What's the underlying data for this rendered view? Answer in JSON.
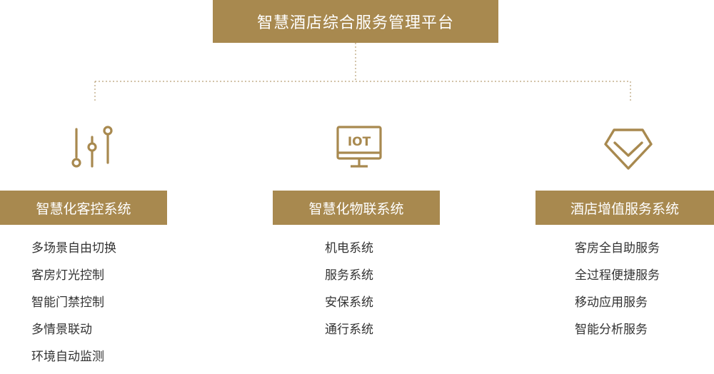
{
  "colors": {
    "gold": "#a8894f",
    "connector": "#b79f75"
  },
  "platform": {
    "title": "智慧酒店综合服务管理平台"
  },
  "columns": [
    {
      "icon": "sliders-icon",
      "title": "智慧化客控系统",
      "items": [
        "多场景自由切换",
        "客房灯光控制",
        "智能门禁控制",
        "多情景联动",
        "环境自动监测"
      ]
    },
    {
      "icon": "iot-monitor-icon",
      "title": "智慧化物联系统",
      "icon_text": "IOT",
      "items": [
        "机电系统",
        "服务系统",
        "安保系统",
        "通行系统"
      ]
    },
    {
      "icon": "diamond-icon",
      "title": "酒店增值服务系统",
      "items": [
        "客房全自助服务",
        "全过程便捷服务",
        "移动应用服务",
        "智能分析服务"
      ]
    }
  ]
}
